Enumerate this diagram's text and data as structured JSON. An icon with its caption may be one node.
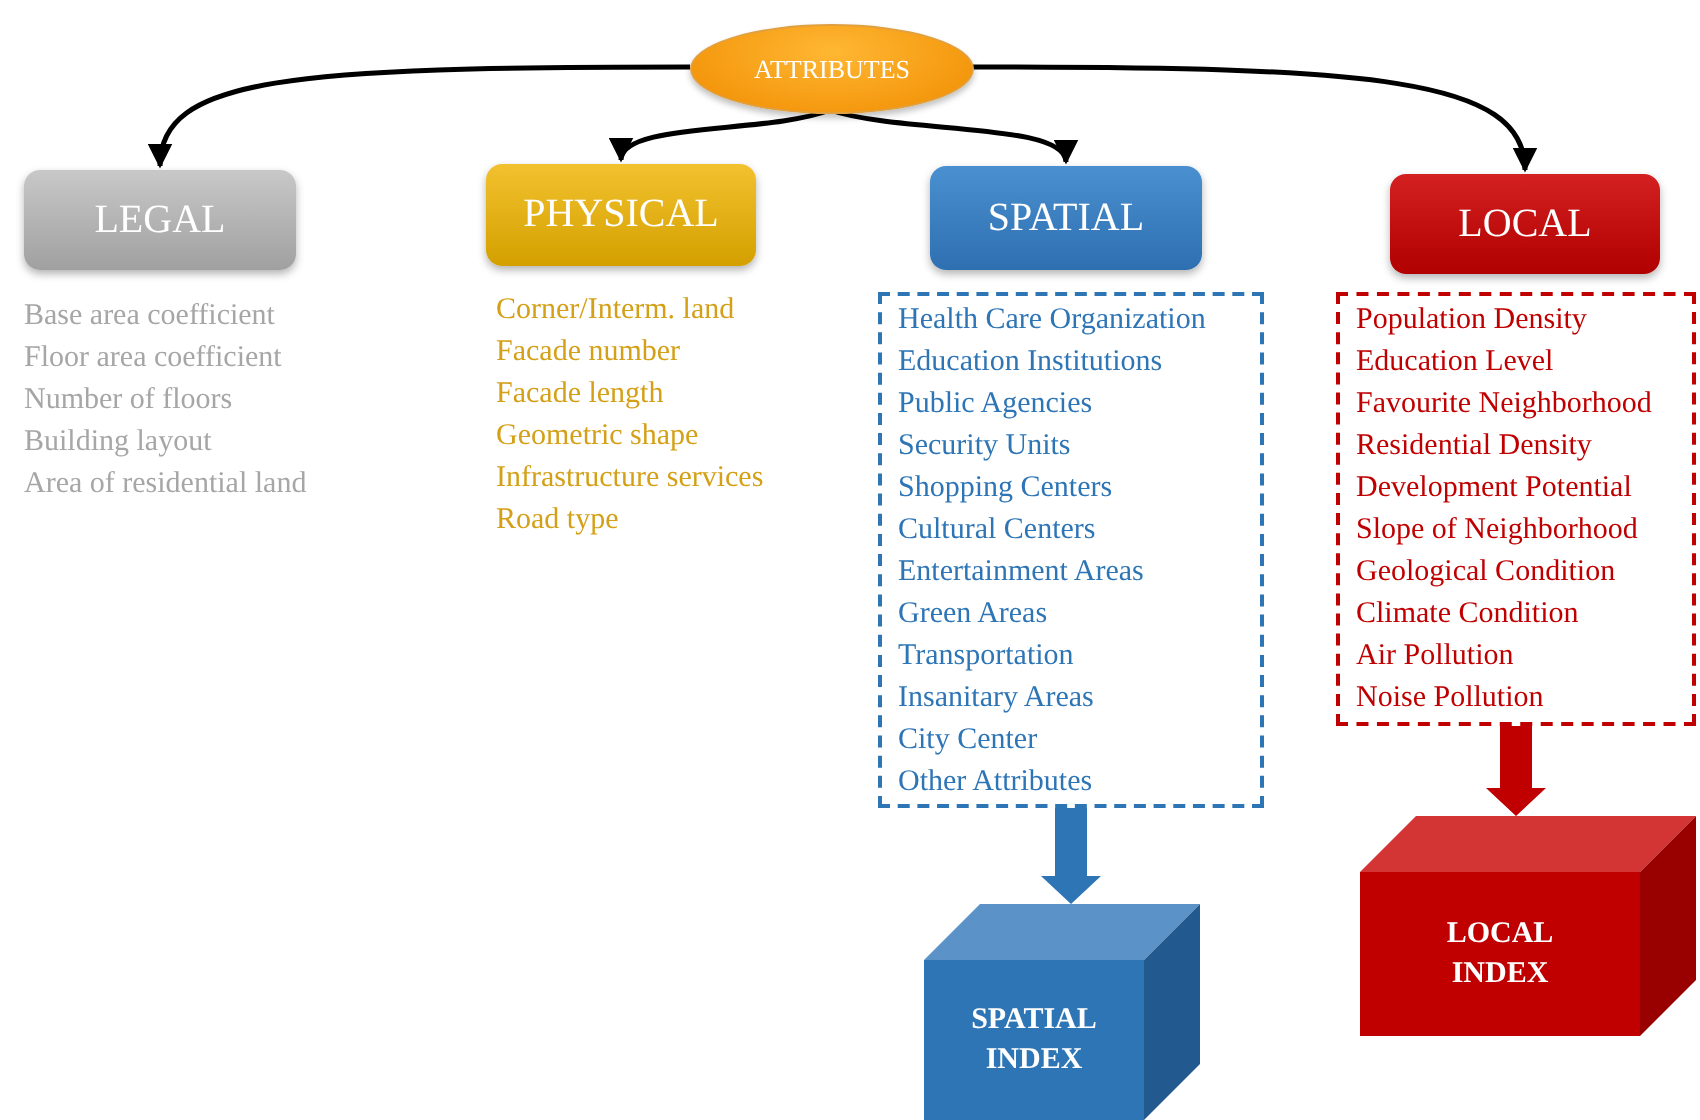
{
  "diagram": {
    "nodes": [
      {
        "text": [
          "ATTRIBUTES"
        ]
      },
      {
        "text": [
          "LEGAL"
        ],
        "beside": [
          "Base area coefficient",
          "Floor area coefficient",
          "Number of floors",
          "Building layout",
          "Area of residential land"
        ]
      },
      {
        "text": [
          "PHYSICAL"
        ],
        "beside": [
          "Corner/Interm. land",
          "Facade number",
          "Facade length",
          "Geometric shape",
          "Infrastructure services",
          "Road type"
        ]
      },
      {
        "text": [
          "SPATIAL"
        ]
      },
      {
        "text": [
          "LOCAL"
        ]
      },
      {
        "text": [
          "Health Care Organization",
          "Education Institutions",
          "Public Agencies",
          "Security Units",
          "Shopping Centers",
          "Cultural Centers",
          "Entertainment Areas",
          "Green Areas",
          "Transportation",
          "Insanitary Areas",
          "City Center",
          "Other Attributes"
        ]
      },
      {
        "text": [
          "Population Density",
          "Education Level",
          "Favourite Neighborhood",
          "Residential Density",
          "Development Potential",
          "Slope of Neighborhood",
          "Geological Condition",
          "Climate Condition",
          "Air Pollution",
          "Noise Pollution"
        ]
      },
      {
        "text": [
          "SPATIAL INDEX"
        ]
      },
      {
        "text": [
          "LOCAL INDEX"
        ]
      }
    ],
    "edges": [
      {
        "from": 0,
        "to": 1,
        "arrow": "to"
      },
      {
        "from": 0,
        "to": 2,
        "arrow": "to"
      },
      {
        "from": 0,
        "to": 3,
        "arrow": "to"
      },
      {
        "from": 0,
        "to": 4,
        "arrow": "to"
      },
      {
        "from": 5,
        "to": 7,
        "arrow": "to",
        "style": "thick",
        "color": "#2e75b6"
      },
      {
        "from": 6,
        "to": 8,
        "arrow": "to",
        "style": "thick",
        "color": "#c00000"
      }
    ]
  }
}
